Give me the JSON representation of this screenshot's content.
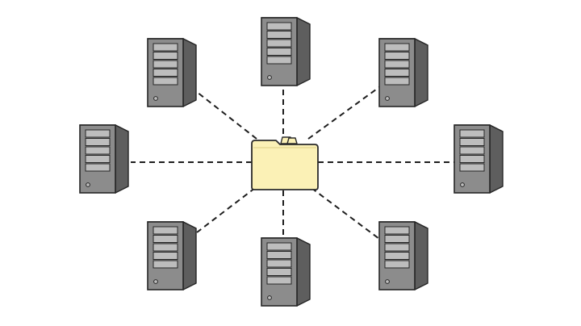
{
  "diagram": {
    "center": {
      "icon": "folder-icon"
    },
    "nodes": [
      {
        "id": "top",
        "icon": "server-tower-icon"
      },
      {
        "id": "top-left",
        "icon": "server-tower-icon"
      },
      {
        "id": "top-right",
        "icon": "server-tower-icon"
      },
      {
        "id": "left",
        "icon": "server-tower-icon"
      },
      {
        "id": "right",
        "icon": "server-tower-icon"
      },
      {
        "id": "bottom-left",
        "icon": "server-tower-icon"
      },
      {
        "id": "bottom",
        "icon": "server-tower-icon"
      },
      {
        "id": "bottom-right",
        "icon": "server-tower-icon"
      }
    ],
    "connector_style": "dashed",
    "colors": {
      "folder_fill": "#FBF1B6",
      "folder_stroke": "#2B2B2B",
      "server_front": "#8C8C8C",
      "server_side": "#5E5E5E",
      "server_top": "#A5A5A5",
      "drive_bay": "#BDBDBD",
      "outline": "#262626",
      "connector": "#1E1E1E"
    }
  }
}
